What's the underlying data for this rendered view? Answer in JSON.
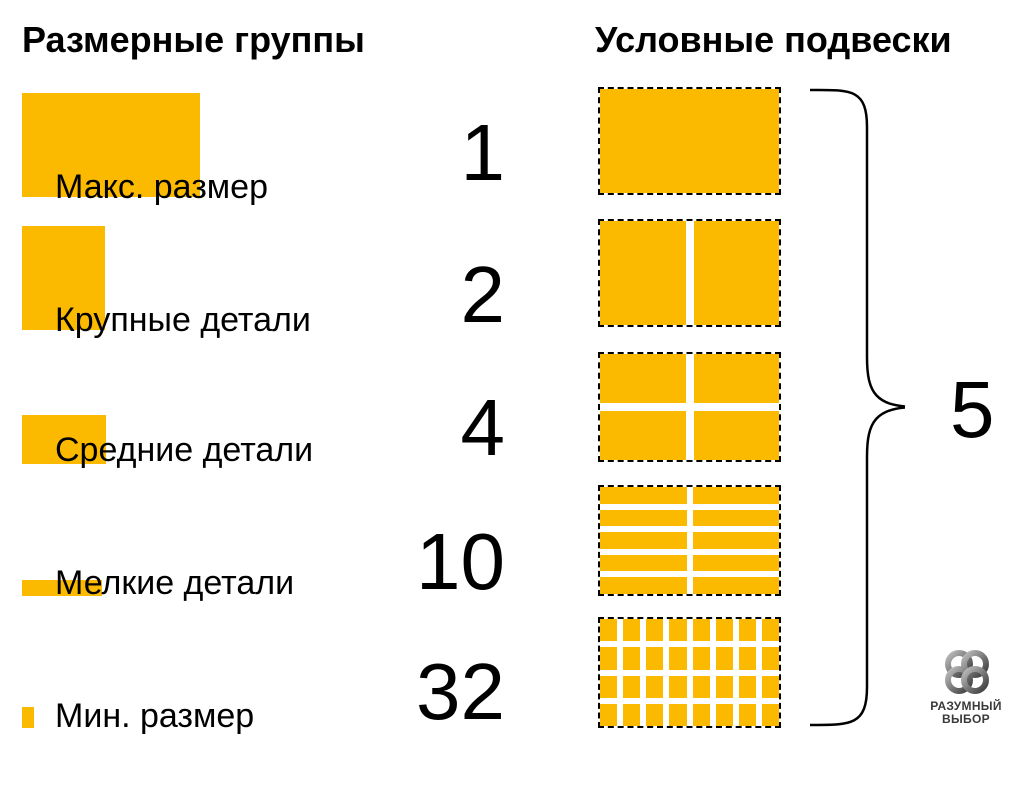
{
  "titles": {
    "left": "Размерные группы",
    "right": "Условные подвески"
  },
  "groups": [
    {
      "label": "Макс. размер",
      "count": "1"
    },
    {
      "label": "Крупные детали",
      "count": "2"
    },
    {
      "label": "Средние детали",
      "count": "4"
    },
    {
      "label": "Мелкие детали",
      "count": "10"
    },
    {
      "label": "Мин. размер",
      "count": "32"
    }
  ],
  "total": "5",
  "logo": {
    "line1": "РАЗУМНЫЙ",
    "line2": "ВЫБОР",
    "icon": "rings-logo-icon"
  },
  "colors": {
    "accent": "#FBBA00",
    "frame": "#000000",
    "text": "#000000"
  }
}
